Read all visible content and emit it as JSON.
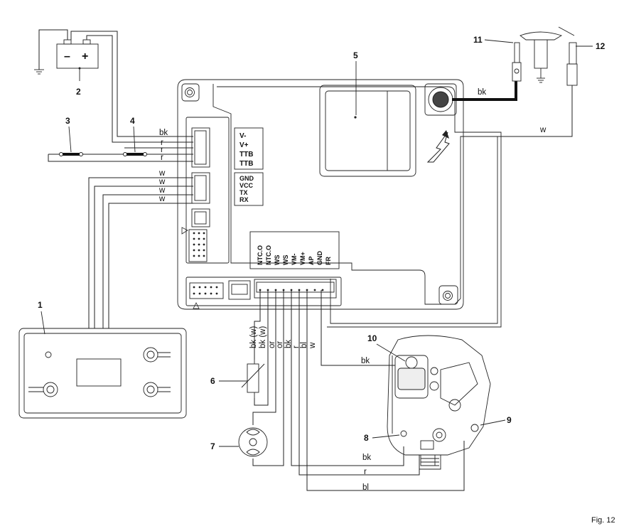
{
  "callouts": {
    "n1": "1",
    "n2": "2",
    "n3": "3",
    "n4": "4",
    "n5": "5",
    "n6": "6",
    "n7": "7",
    "n8": "8",
    "n9": "9",
    "n10": "10",
    "n11": "11",
    "n12": "12"
  },
  "battery": {
    "minus": "–",
    "plus": "+"
  },
  "wire_labels": {
    "ign_bk": "bk",
    "ion_w": "w",
    "conn_bk": "bk",
    "conn_r1": "r",
    "conn_r2": "r",
    "conn_r3": "r",
    "conn_w1": "w",
    "conn_w2": "w",
    "conn_w3": "w",
    "conn_w4": "w",
    "v_bk_w1": "bk (w)",
    "v_bk_w2": "bk (w)",
    "v_or1": "or",
    "v_or2": "or",
    "v_bk": "bk",
    "v_r": "r",
    "v_bl": "bl",
    "v_w": "w",
    "valve_bk": "bk",
    "bottom_bk": "bk",
    "bottom_r": "r",
    "bottom_bl": "bl"
  },
  "terminal_labels": {
    "right_group1": [
      "V-",
      "V+",
      "TTB",
      "TTB"
    ],
    "right_group2": [
      "GND",
      "VCC",
      "TX",
      "RX"
    ],
    "bottom_group": [
      "NTC.O",
      "NTC.O",
      "WS",
      "WS",
      "VM-",
      "VM+",
      "AP",
      "GND",
      "FR"
    ]
  },
  "figure_label": "Fig. 12"
}
